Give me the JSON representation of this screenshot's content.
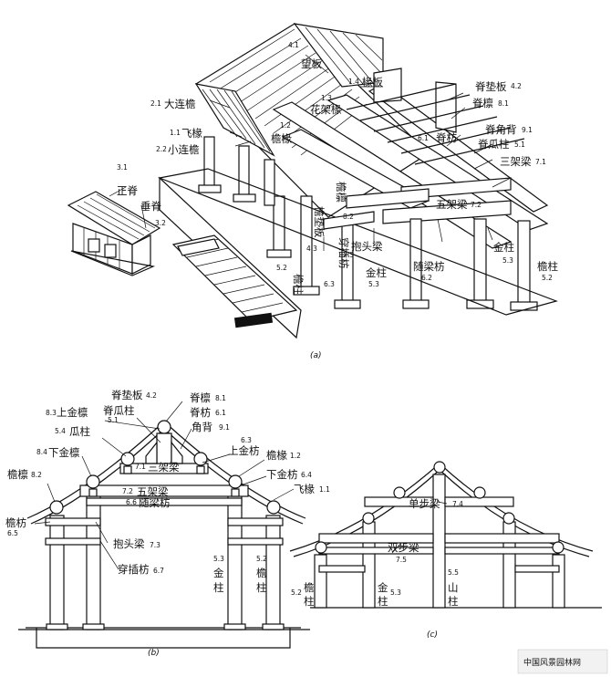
{
  "fig_a": {
    "caption": "(a)",
    "labels": {
      "wangban": {
        "num": "4.1",
        "text": "望板"
      },
      "jixianban": {
        "num": "1.4",
        "text": "椽板"
      },
      "huajiachuan": {
        "num": "1.3",
        "text": "花架椽"
      },
      "daliandan": {
        "num": "2.1",
        "text": "大连檐"
      },
      "feichuan": {
        "num": "1.1",
        "text": "飞椽"
      },
      "xiaoliandan": {
        "num": "2.2",
        "text": "小连檐"
      },
      "yanchuan": {
        "num": "1.2",
        "text": "檐椽"
      },
      "jidianban": {
        "text": "脊垫板",
        "num": "4.2"
      },
      "jilin": {
        "text": "脊檩",
        "num": "8.1"
      },
      "jifang": {
        "num": "6.1",
        "text": "脊枋"
      },
      "jiaobei": {
        "text": "脊角背",
        "num": "9.1"
      },
      "jiguazhu": {
        "text": "脊瓜柱",
        "num": "5.1"
      },
      "sanjialiang": {
        "text": "三架梁",
        "num": "7.1"
      },
      "yanlin": {
        "text": "檐檩",
        "num": "8.2"
      },
      "wujialiang": {
        "text": "五架梁",
        "num": "7.2"
      },
      "yandianban": {
        "text": "檐垫板",
        "num": "4.3"
      },
      "chuanchafang": {
        "text": "穿插枋",
        "num": "7.3"
      },
      "baotouliang": {
        "text": "抱头梁"
      },
      "suiliangfang": {
        "text": "随梁枋",
        "num": "6.2"
      },
      "jinzhu_r": {
        "text": "金柱",
        "num": "5.3"
      },
      "yanzhu_r": {
        "text": "檐柱",
        "num": "5.2"
      },
      "yanzhu_l": {
        "num": "5.2",
        "text": "檐柱"
      },
      "n63": {
        "num": "6.3"
      },
      "jinzhu_m": {
        "text": "金柱",
        "num": "5.3"
      },
      "zhengji": {
        "num": "3.1",
        "text": "正脊"
      },
      "chuiji": {
        "text": "垂脊",
        "num": "3.2"
      }
    }
  },
  "fig_b": {
    "caption": "(b)",
    "labels": {
      "jidianban": {
        "text": "脊垫板",
        "num": "4.2"
      },
      "jilin": {
        "text": "脊檩",
        "num": "8.1"
      },
      "jiguazhu": {
        "text": "脊瓜柱",
        "num": "5.1"
      },
      "jifang": {
        "text": "脊枋",
        "num": "6.1"
      },
      "shangjinlin": {
        "num": "8.3",
        "text": "上金檩"
      },
      "guazhu": {
        "num": "5.4",
        "text": "瓜柱"
      },
      "jiaobei": {
        "text": "角背",
        "num": "9.1"
      },
      "n63": {
        "num": "6.3"
      },
      "shangjinfang": {
        "text": "上金枋"
      },
      "xiajinlin": {
        "num": "8.4",
        "text": "下金檩"
      },
      "sanjialiang": {
        "num": "7.1",
        "text": "三架梁"
      },
      "yanchuan": {
        "text": "檐椽",
        "num": "1.2"
      },
      "yanlin": {
        "text": "檐檩",
        "num": "8.2"
      },
      "xiajinfang": {
        "text": "下金枋",
        "num": "6.4"
      },
      "feichuan": {
        "text": "飞椽",
        "num": "1.1"
      },
      "wujialiang": {
        "num": "7.2",
        "text": "五架梁"
      },
      "suiliangfang": {
        "num": "6.6",
        "text": "随梁枋"
      },
      "yanfang": {
        "text": "檐枋",
        "num": "6.5"
      },
      "baotouliang": {
        "text": "抱头梁",
        "num": "7.3"
      },
      "chuanchafang": {
        "text": "穿插枋",
        "num": "6.7"
      },
      "jinzhu": {
        "num": "5.3",
        "text1": "金",
        "text2": "柱"
      },
      "yanzhu": {
        "num": "5.2",
        "text1": "檐",
        "text2": "柱"
      }
    }
  },
  "fig_c": {
    "caption": "(c)",
    "labels": {
      "danbuliang": {
        "text": "单步梁",
        "num": "7.4"
      },
      "shuangbuliang": {
        "text": "双步梁",
        "num": "7.5"
      },
      "yanzhu": {
        "num": "5.2",
        "text1": "檐",
        "text2": "柱"
      },
      "jinzhu": {
        "text1": "金",
        "text2": "柱",
        "num": "5.3"
      },
      "shanzhu": {
        "num": "5.5",
        "text1": "山",
        "text2": "柱"
      }
    }
  },
  "watermark": {
    "text": "中国风景园林网"
  }
}
